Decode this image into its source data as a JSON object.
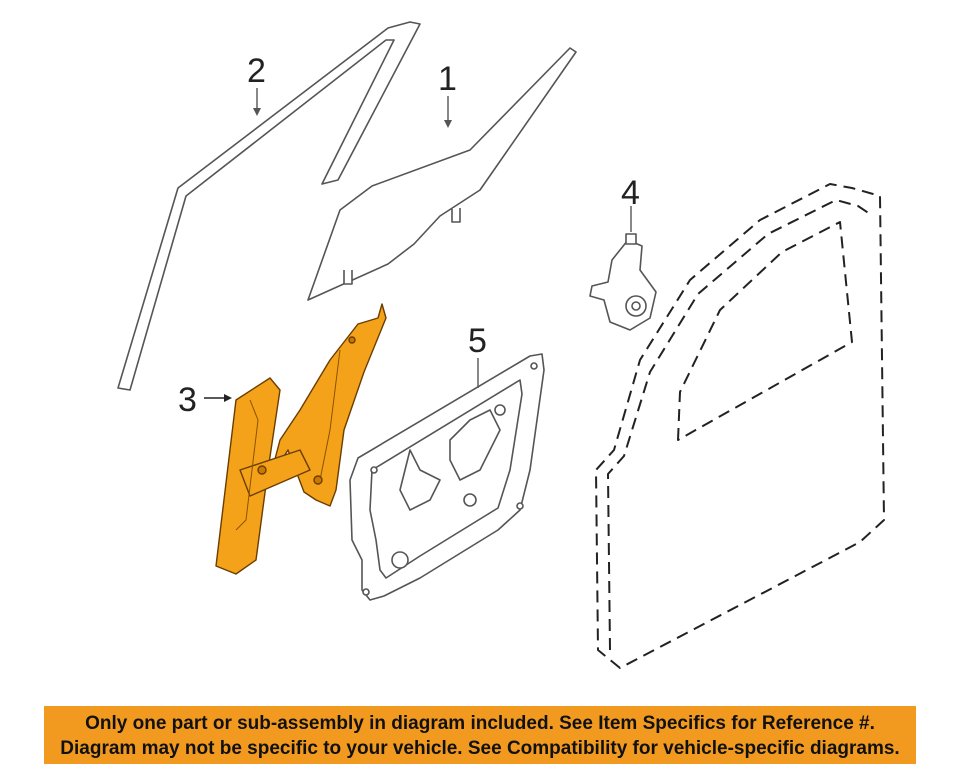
{
  "callouts": {
    "c1": "1",
    "c2": "2",
    "c3": "3",
    "c4": "4",
    "c5": "5"
  },
  "highlight_color": "#f5a21b",
  "banner": {
    "line1": "Only one part or sub-assembly in diagram included. See Item Specifics for Reference #.",
    "line2": "Diagram may not be specific to your vehicle. See Compatibility for vehicle-specific diagrams."
  }
}
